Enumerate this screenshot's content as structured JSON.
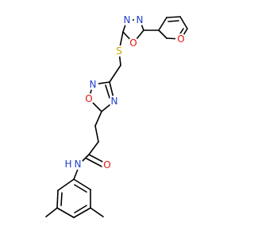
{
  "molecule": {
    "atom_labels": {
      "N_oxa_top_left": "N",
      "N_oxa_top_right": "N",
      "O_oxa_top": "O",
      "S_thio": "S",
      "O_furan": "O",
      "N_oxd_ring": "N",
      "O_oxd_ring": "O",
      "N_oxd_ring_2": "N",
      "O_carbonyl": "O",
      "N_amide": "N",
      "H_amide": "H"
    },
    "colors": {
      "nitrogen": "#1f3fd0",
      "oxygen": "#e8120c",
      "sulfur": "#c8a800",
      "bond": "#000000"
    }
  }
}
